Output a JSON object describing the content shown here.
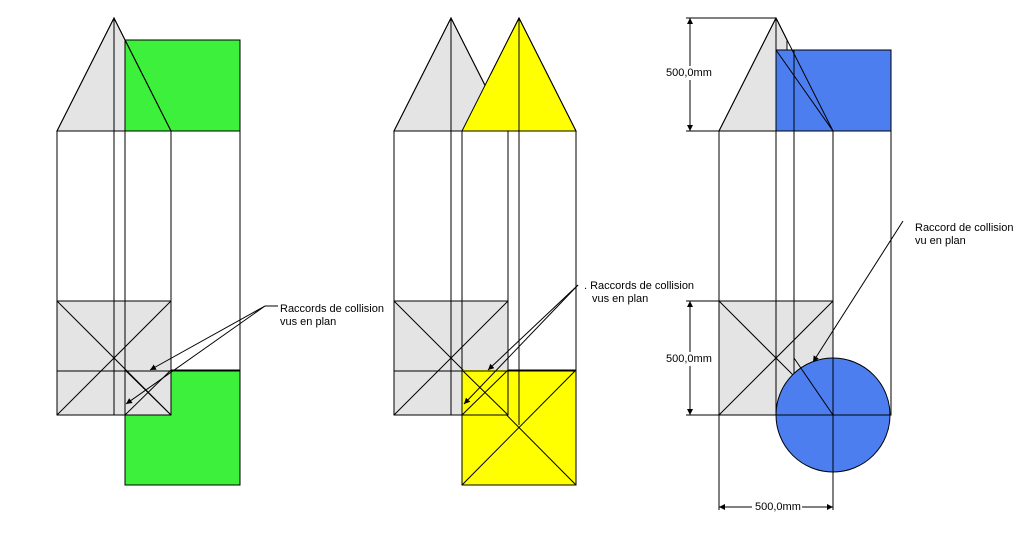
{
  "colors": {
    "green": "#3cf03c",
    "yellow": "#ffff00",
    "blue": "#4d7ef0",
    "gray": "#e4e4e4"
  },
  "annotations": {
    "left": "Raccords de collision vus en plan",
    "middle": ". Raccords de collision vus en plan",
    "right": "Raccord de collision vu en plan"
  },
  "annotation_lines": {
    "left": [
      "Raccords de collision",
      "vus en plan"
    ],
    "middle": [
      ". Raccords de collision",
      "vus en plan"
    ],
    "right": [
      "Raccord de collision",
      "vu en plan"
    ]
  },
  "dimensions": {
    "top_height": "500,0mm",
    "square_height": "500,0mm",
    "width": "500,0mm"
  }
}
